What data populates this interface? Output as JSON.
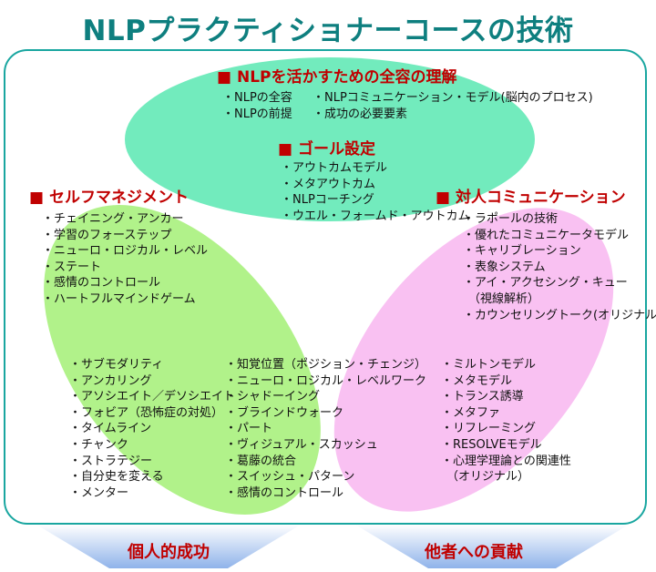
{
  "title": "NLPプラクティショナーコースの技術",
  "top": {
    "heading": "■ NLPを活かすための全容の理解",
    "col1": [
      "・NLPの全容",
      "・NLPの前提"
    ],
    "col2": [
      "・NLPコミュニケーション・モデル(脳内のプロセス)",
      "・成功の必要要素"
    ]
  },
  "goal": {
    "heading": "■ ゴール設定",
    "items": [
      "・アウトカムモデル",
      "・メタアウトカム",
      "・NLPコーチング",
      "・ウエル・フォームド・アウトカム"
    ]
  },
  "self": {
    "heading": "■ セルフマネジメント",
    "items": [
      "・チェイニング・アンカー",
      "・学習のフォーステップ",
      "・ニューロ・ロジカル・レベル",
      "・ステート",
      "・感情のコントロール",
      "・ハートフルマインドゲーム"
    ],
    "lower": [
      "・サブモダリティ",
      "・アンカリング",
      "・アソシエイト／デソシエイト",
      "・フォビア（恐怖症の対処）",
      "・タイムライン",
      "・チャンク",
      "・ストラテジー",
      "・自分史を変える",
      "・メンター"
    ]
  },
  "inter": {
    "heading": "■ 対人コミュニケーション",
    "items": [
      "・ラポールの技術",
      "・優れたコミュニケータモデル",
      "・キャリブレーション",
      "・表象システム",
      "・アイ・アクセシング・キュー",
      "（視線解析）",
      "・カウンセリングトーク(オリジナル)"
    ],
    "lower": [
      "・ミルトンモデル",
      "・メタモデル",
      "・トランス誘導",
      "・メタファ",
      "・リフレーミング",
      "・RESOLVEモデル",
      "・心理学理論との関連性",
      "（オリジナル）"
    ]
  },
  "center": {
    "items": [
      "・知覚位置（ポジション・チェンジ）",
      "・ニューロ・ロジカル・レベルワーク",
      "・シャドーイング",
      "・ブラインドウォーク",
      "・パート",
      "・ヴィジュアル・スカッシュ",
      "・葛藤の統合",
      "・スイッシュ・パターン",
      "・感情のコントロール"
    ]
  },
  "arrows": {
    "left": "個人的成功",
    "right": "他者への貢献"
  },
  "colors": {
    "top_ellipse": "#5ee8b4",
    "left_ellipse": "#a6f07a",
    "right_ellipse": "#f8b8f0",
    "heading": "#c00000",
    "title": "#0e7f7f"
  }
}
